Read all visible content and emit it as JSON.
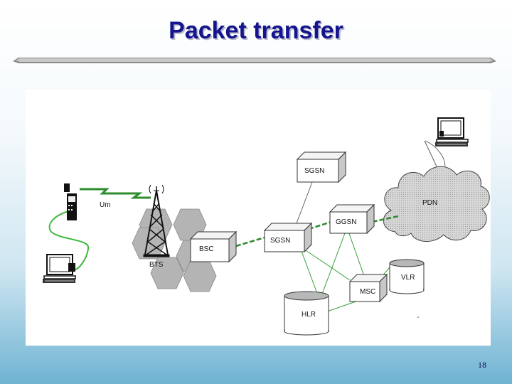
{
  "title": "Packet transfer",
  "page_number": "18",
  "diagram": {
    "labels": {
      "sgsn_top": "SGSN",
      "pdn": "PDN",
      "um": "Um",
      "ggsn": "GGSN",
      "sgsn_mid": "SGSN",
      "bsc": "BSC",
      "bts": "BTS",
      "vlr": "VLR",
      "msc": "MSC",
      "hlr": "HLR"
    }
  },
  "colors": {
    "title": "#14148f",
    "link_green": "#2e8b2e",
    "cable_green": "#44b044"
  }
}
